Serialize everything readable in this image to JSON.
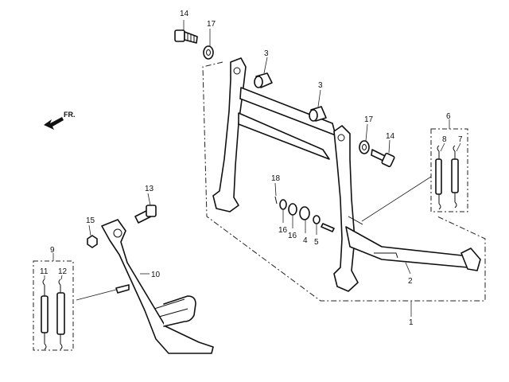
{
  "direction_label": "FR.",
  "callouts": [
    {
      "id": "c14a",
      "text": "14"
    },
    {
      "id": "c17a",
      "text": "17"
    },
    {
      "id": "c3a",
      "text": "3"
    },
    {
      "id": "c3b",
      "text": "3"
    },
    {
      "id": "c17b",
      "text": "17"
    },
    {
      "id": "c14b",
      "text": "14"
    },
    {
      "id": "c6",
      "text": "6"
    },
    {
      "id": "c8",
      "text": "8"
    },
    {
      "id": "c7",
      "text": "7"
    },
    {
      "id": "c18",
      "text": "18"
    },
    {
      "id": "c16a",
      "text": "16"
    },
    {
      "id": "c16b",
      "text": "16"
    },
    {
      "id": "c4",
      "text": "4"
    },
    {
      "id": "c5",
      "text": "5"
    },
    {
      "id": "c13",
      "text": "13"
    },
    {
      "id": "c15",
      "text": "15"
    },
    {
      "id": "c10",
      "text": "10"
    },
    {
      "id": "c9",
      "text": "9"
    },
    {
      "id": "c11",
      "text": "11"
    },
    {
      "id": "c12",
      "text": "12"
    },
    {
      "id": "c2",
      "text": "2"
    },
    {
      "id": "c1",
      "text": "1"
    }
  ]
}
